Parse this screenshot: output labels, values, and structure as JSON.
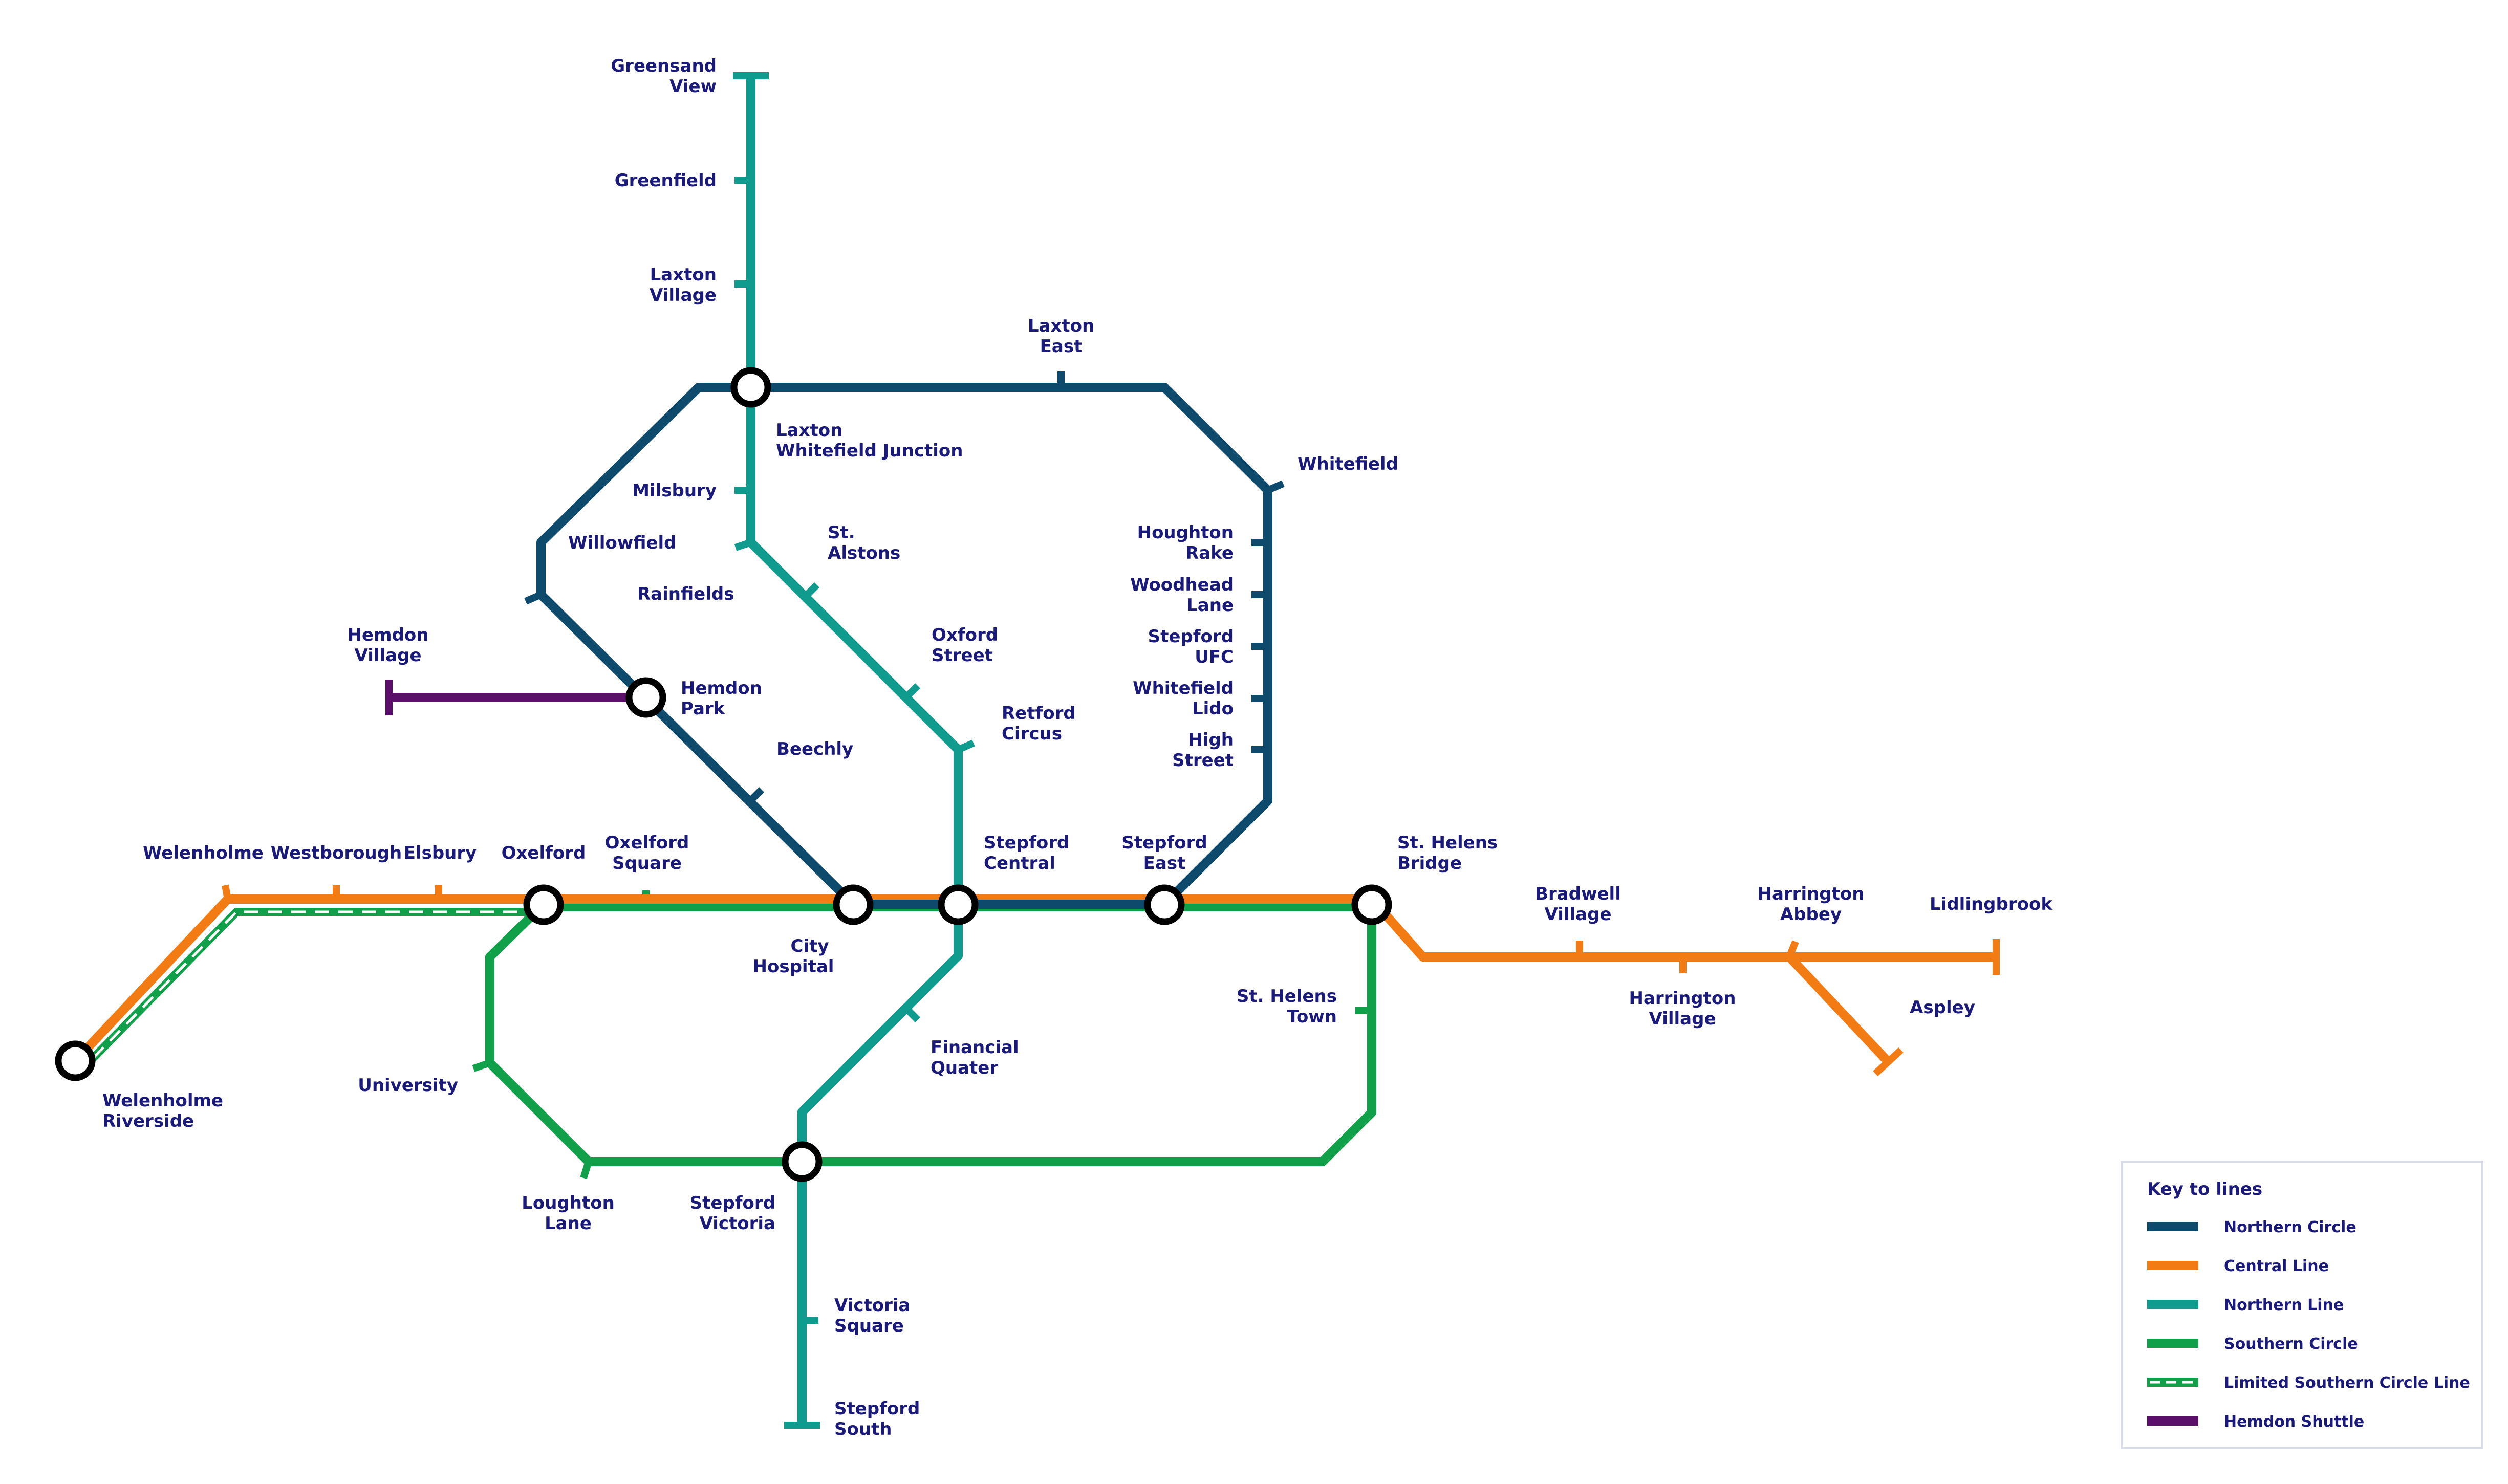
{
  "lines": {
    "northern_circle": {
      "name": "Northern Circle",
      "color": "#0d4a6b"
    },
    "central": {
      "name": "Central Line",
      "color": "#f27c13"
    },
    "northern": {
      "name": "Northern Line",
      "color": "#0f9b8e"
    },
    "southern_circle": {
      "name": "Southern Circle",
      "color": "#11a04a"
    },
    "limited_southern": {
      "name": "Limited Southern Circle Line",
      "color": "#11a04a"
    },
    "hemdon_shuttle": {
      "name": "Hemdon Shuttle",
      "color": "#5b0f6b"
    }
  },
  "legend": {
    "title": "Key to lines",
    "items": [
      "Northern Circle",
      "Central Line",
      "Northern Line",
      "Southern Circle",
      "Limited Southern Circle Line",
      "Hemdon Shuttle"
    ]
  },
  "stations": {
    "greensand_view": [
      "Greensand",
      "View"
    ],
    "greenfield": [
      "Greenfield"
    ],
    "laxton_village": [
      "Laxton",
      "Village"
    ],
    "laxton_whitefield_junction": [
      "Laxton",
      "Whitefield Junction"
    ],
    "laxton_east": [
      "Laxton",
      "East"
    ],
    "whitefield": [
      "Whitefield"
    ],
    "milsbury": [
      "Milsbury"
    ],
    "willowfield": [
      "Willowfield"
    ],
    "st_alstons": [
      "St.",
      "Alstons"
    ],
    "rainfields": [
      "Rainfields"
    ],
    "houghton_rake": [
      "Houghton",
      "Rake"
    ],
    "woodhead_lane": [
      "Woodhead",
      "Lane"
    ],
    "stepford_ufc": [
      "Stepford",
      "UFC"
    ],
    "whitefield_lido": [
      "Whitefield",
      "Lido"
    ],
    "high_street": [
      "High",
      "Street"
    ],
    "oxford_street": [
      "Oxford",
      "Street"
    ],
    "retford_circus": [
      "Retford",
      "Circus"
    ],
    "hemdon_village": [
      "Hemdon",
      "Village"
    ],
    "hemdon_park": [
      "Hemdon",
      "Park"
    ],
    "beechly": [
      "Beechly"
    ],
    "welenholme": [
      "Welenholme"
    ],
    "westborough": [
      "Westborough"
    ],
    "elsbury": [
      "Elsbury"
    ],
    "oxelford": [
      "Oxelford"
    ],
    "oxelford_square": [
      "Oxelford",
      "Square"
    ],
    "stepford_central": [
      "Stepford",
      "Central"
    ],
    "stepford_east": [
      "Stepford",
      "East"
    ],
    "st_helens_bridge": [
      "St. Helens",
      "Bridge"
    ],
    "bradwell_village": [
      "Bradwell",
      "Village"
    ],
    "harrington_abbey": [
      "Harrington",
      "Abbey"
    ],
    "lidlingbrook": [
      "Lidlingbrook"
    ],
    "city_hospital": [
      "City",
      "Hospital"
    ],
    "harrington_village": [
      "Harrington",
      "Village"
    ],
    "aspley": [
      "Aspley"
    ],
    "st_helens_town": [
      "St. Helens",
      "Town"
    ],
    "welenholme_riverside": [
      "Welenholme",
      "Riverside"
    ],
    "university": [
      "University"
    ],
    "financial_quater": [
      "Financial",
      "Quater"
    ],
    "loughton_lane": [
      "Loughton",
      "Lane"
    ],
    "stepford_victoria": [
      "Stepford",
      "Victoria"
    ],
    "victoria_square": [
      "Victoria",
      "Square"
    ],
    "stepford_south": [
      "Stepford",
      "South"
    ]
  }
}
